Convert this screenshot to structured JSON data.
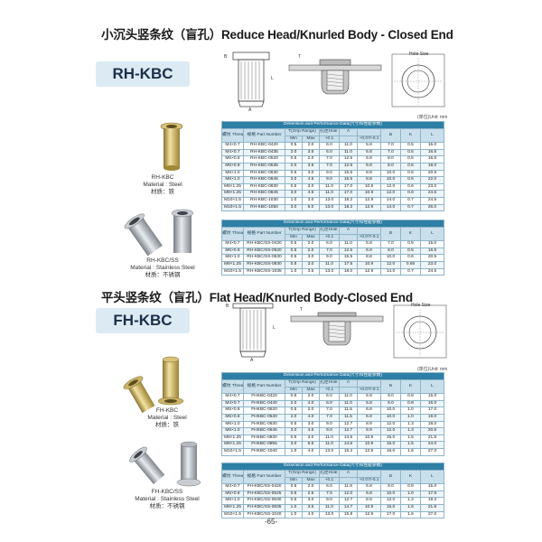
{
  "section1": {
    "title_cn": "小沉头竖条纹（盲孔）",
    "title_en": "Reduce Head/Knurled Body - Closed End",
    "badge": "RH-KBC",
    "unit": "(单位)Unit: mm",
    "hole_label": "Hole Size",
    "table1": {
      "caption": "Dimension and Performance Data(尺寸和性能参数)",
      "h_thread": "螺纹 Thread",
      "h_part": "规格 Part Number",
      "h_grip": "T(Grip Range)",
      "h_hole": "孔径Hole Size",
      "h_min": "Min",
      "h_max": "Max",
      "h_hole_tol": "+0.1",
      "h_A": "A",
      "h_A_tol": "+0.07/-0.1",
      "h_B": "B",
      "h_K": "K",
      "h_L": "L",
      "rows": [
        [
          "M4×0.7",
          "RH-KBC-0420",
          "0.5",
          "2.0",
          "6.0",
          "11.0",
          "5.8",
          "7.0",
          "0.5",
          "15.0"
        ],
        [
          "M4×0.7",
          "RH-KBC-0435",
          "2.0",
          "3.5",
          "6.0",
          "11.0",
          "5.8",
          "7.0",
          "0.5",
          "16.5"
        ],
        [
          "M5×0.8",
          "RH-KBC-0520",
          "0.5",
          "2.0",
          "7.0",
          "12.5",
          "6.8",
          "8.0",
          "0.5",
          "16.5"
        ],
        [
          "M5×0.8",
          "RH-KBC-0535",
          "2.0",
          "3.5",
          "7.0",
          "12.5",
          "6.8",
          "8.0",
          "0.5",
          "18.0"
        ],
        [
          "M6×1.0",
          "RH-KBC-0630",
          "0.5",
          "3.0",
          "9.0",
          "15.5",
          "8.8",
          "10.0",
          "0.5",
          "20.5"
        ],
        [
          "M6×1.0",
          "RH-KBC-0645",
          "3.0",
          "4.5",
          "9.0",
          "15.5",
          "8.8",
          "10.0",
          "0.5",
          "22.0"
        ],
        [
          "M8×1.25",
          "RH-KBC-0830",
          "0.5",
          "3.0",
          "11.0",
          "17.0",
          "10.9",
          "12.0",
          "0.6",
          "23.0"
        ],
        [
          "M8×1.25",
          "RH-KBC-0845",
          "3.0",
          "4.5",
          "11.0",
          "17.0",
          "10.9",
          "12.0",
          "0.6",
          "24.5"
        ],
        [
          "M10×1.5",
          "RH-KBC-1030",
          "1.0",
          "3.0",
          "13.0",
          "18.2",
          "12.9",
          "14.0",
          "0.7",
          "24.5"
        ],
        [
          "M10×1.5",
          "RH-KBC-1050",
          "3.0",
          "5.0",
          "13.0",
          "18.2",
          "12.9",
          "14.0",
          "0.7",
          "26.0"
        ]
      ]
    },
    "product1": {
      "name": "RH-KBC",
      "material": "Material : Steel",
      "material_cn": "材质：铁"
    },
    "product2": {
      "name": "RH-KBC/SS",
      "material": "Material : Stainless Steel",
      "material_cn": "材质：不锈钢"
    },
    "table2": {
      "caption": "Dimension and Performance Data(尺寸和性能参数)",
      "rows": [
        [
          "M4×0.7",
          "RH-KBC/SS-0420",
          "0.5",
          "2.0",
          "6.0",
          "11.0",
          "5.8",
          "7.0",
          "0.5",
          "15.0"
        ],
        [
          "M5×0.8",
          "RH-KBC/SS-0520",
          "0.5",
          "2.0",
          "7.0",
          "12.5",
          "6.8",
          "8.0",
          "0.5",
          "16.5"
        ],
        [
          "M6×1.0",
          "RH-KBC/SS-0630",
          "0.5",
          "3.0",
          "9.0",
          "15.5",
          "8.8",
          "10.0",
          "0.6",
          "20.5"
        ],
        [
          "M8×1.25",
          "RH-KBC/SS-0830",
          "0.5",
          "3.0",
          "11.0",
          "17.5",
          "10.9",
          "12.0",
          "0.65",
          "23.0"
        ],
        [
          "M10×1.5",
          "RH-KBC/SS-1035",
          "1.0",
          "3.5",
          "13.0",
          "18.0",
          "12.9",
          "14.0",
          "0.7",
          "24.5"
        ]
      ]
    }
  },
  "section2": {
    "title_cn": "平头竖条纹（盲孔）",
    "title_en": "Flat Head/Knurled Body-Closed End",
    "badge": "FH-KBC",
    "unit": "(单位)Unit: mm",
    "hole_label": "Hole Size",
    "table1": {
      "caption": "Dimension and Performance Data(尺寸和性能参数)",
      "rows": [
        [
          "M4×0.7",
          "FHKBC-0420",
          "0.5",
          "2.0",
          "6.0",
          "11.0",
          "5.8",
          "9.0",
          "0.8",
          "15.0"
        ],
        [
          "M4×0.7",
          "FHKBC-0440",
          "2.0",
          "4.0",
          "6.0",
          "11.0",
          "5.8",
          "9.0",
          "0.8",
          "16.0"
        ],
        [
          "M5×0.8",
          "FHKBC-0520",
          "0.5",
          "2.0",
          "7.0",
          "11.5",
          "6.8",
          "10.0",
          "1.0",
          "17.0"
        ],
        [
          "M5×0.8",
          "FHKBC-0540",
          "2.0",
          "4.0",
          "7.0",
          "11.5",
          "6.8",
          "10.0",
          "1.0",
          "19.0"
        ],
        [
          "M6×1.0",
          "FHKBC-0630",
          "0.5",
          "3.0",
          "9.0",
          "12.7",
          "8.9",
          "12.0",
          "1.3",
          "19.0"
        ],
        [
          "M6×1.0",
          "FHKBC-0645",
          "3.0",
          "4.5",
          "9.0",
          "12.7",
          "8.9",
          "12.0",
          "1.3",
          "20.5"
        ],
        [
          "M8×1.25",
          "FHKBC-0830",
          "0.5",
          "3.0",
          "11.0",
          "14.6",
          "10.9",
          "15.0",
          "1.5",
          "21.5"
        ],
        [
          "M8×1.25",
          "FHKBC-0855",
          "3.0",
          "5.5",
          "11.0",
          "14.6",
          "10.9",
          "15.0",
          "1.5",
          "24.0"
        ],
        [
          "M10×1.5",
          "FHKBC-1040",
          "1.0",
          "4.0",
          "13.0",
          "15.2",
          "12.9",
          "16.0",
          "1.6",
          "27.0"
        ]
      ]
    },
    "product1": {
      "name": "FH-KBC",
      "material": "Material : Steel",
      "material_cn": "材质：铁"
    },
    "product2": {
      "name": "FH-KBC/SS",
      "material": "Material : Stainless Steel",
      "material_cn": "材质：不锈钢"
    },
    "table2": {
      "caption": "Dimension and Performance Data(尺寸和性能参数)",
      "rows": [
        [
          "M4×0.7",
          "FH-KBC/SS-0420",
          "0.5",
          "2.0",
          "6.0",
          "11.8",
          "5.8",
          "9.0",
          "0.8",
          "15.0"
        ],
        [
          "M5×0.8",
          "FH-KBC/SS-0525",
          "0.5",
          "2.5",
          "7.0",
          "12.0",
          "6.8",
          "10.0",
          "1.0",
          "17.5"
        ],
        [
          "M6×1.0",
          "FH-KBC/SS-0630",
          "0.5",
          "3.0",
          "9.0",
          "12.7",
          "8.9",
          "12.0",
          "1.3",
          "19.2"
        ],
        [
          "M8×1.25",
          "FH-KBC/SS-0835",
          "1.0",
          "3.5",
          "11.0",
          "14.7",
          "10.9",
          "15.0",
          "1.6",
          "21.8"
        ],
        [
          "M10×1.5",
          "FH-KBC/SS-1040",
          "1.0",
          "4.0",
          "13.0",
          "15.8",
          "12.9",
          "17.0",
          "1.6",
          "27.0"
        ]
      ]
    }
  },
  "page": {
    "number": "-65-"
  },
  "colors": {
    "header_blue": "#2d7fa5",
    "header_light": "#c9dfeb",
    "badge_bg": "#dceaf4"
  }
}
